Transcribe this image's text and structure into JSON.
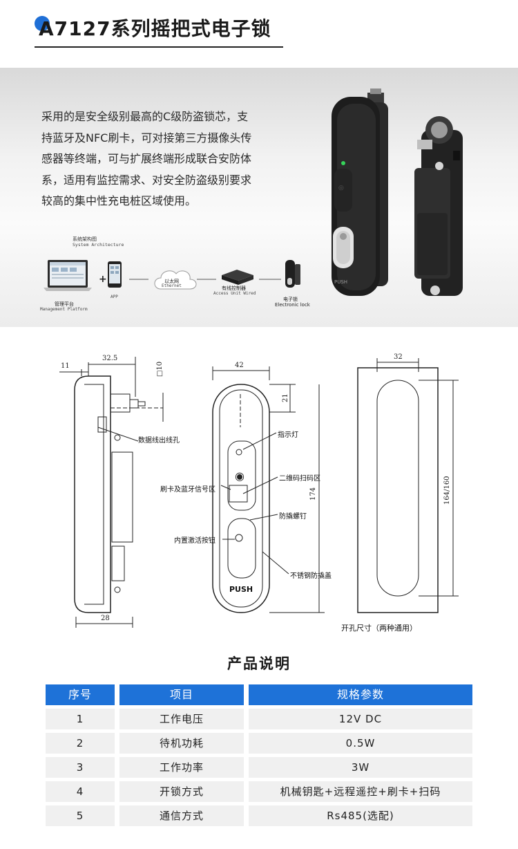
{
  "header": {
    "title": "A7127系列摇把式电子锁"
  },
  "hero": {
    "description": [
      "采用的是安全级别最高的C级防盗锁芯，支",
      "持蓝牙及NFC刷卡，可对接第三方摄像头传",
      "感器等终端，可与扩展终端形成联合安防体",
      "系，适用有监控需求、对安全防盗级别要求",
      "较高的集中性充电桩区域使用。"
    ],
    "architecture": {
      "title_cn": "系统架构图",
      "title_en": "System Architecture",
      "platform_cn": "管理平台",
      "platform_en": "Management Platform",
      "app": "APP",
      "cloud_cn": "以太网",
      "cloud_en": "Ethernet",
      "controller_cn": "有线控制器",
      "controller_en": "Access Unit Wired",
      "lock_cn": "电子锁",
      "lock_en": "Electronic lock"
    },
    "push_label": "PUSH"
  },
  "drawing": {
    "dims": {
      "d11": "11",
      "d32_5": "32.5",
      "d10": "□10",
      "d28": "28",
      "d42": "42",
      "d21": "21",
      "d174": "174",
      "d32": "32",
      "d164": "164/160"
    },
    "labels": {
      "cable_hole": "数据线出线孔",
      "indicator": "指示灯",
      "qr_area": "二维码扫码区",
      "card_area": "刷卡及蓝牙信号区",
      "anti_pry": "防撬螺钉",
      "button": "内置激活按钮",
      "steel_cover": "不锈钢防撬盖",
      "push": "PUSH",
      "cutout": "开孔尺寸（两种通用）"
    }
  },
  "specs": {
    "title": "产品说明",
    "columns": [
      "序号",
      "项目",
      "规格参数"
    ],
    "rows": [
      [
        "1",
        "工作电压",
        "12V DC"
      ],
      [
        "2",
        "待机功耗",
        "0.5W"
      ],
      [
        "3",
        "工作功率",
        "3W"
      ],
      [
        "4",
        "开锁方式",
        "机械钥匙+远程遥控+刷卡+扫码"
      ],
      [
        "5",
        "通信方式",
        "Rs485(选配)"
      ]
    ]
  }
}
